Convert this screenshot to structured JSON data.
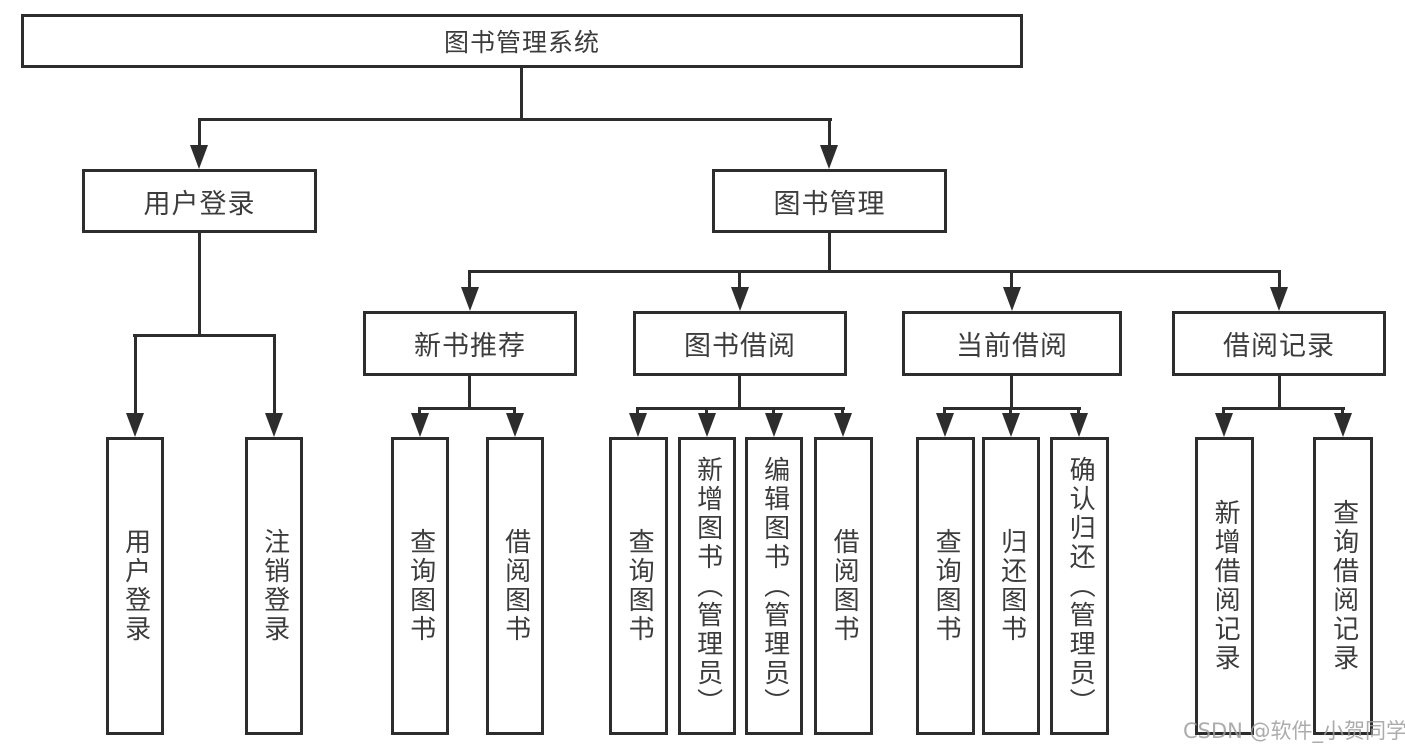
{
  "diagram": {
    "root": {
      "label": "图书管理系统"
    },
    "level2": [
      {
        "label": "用户登录"
      },
      {
        "label": "图书管理"
      }
    ],
    "level3": [
      {
        "label": "新书推荐"
      },
      {
        "label": "图书借阅"
      },
      {
        "label": "当前借阅"
      },
      {
        "label": "借阅记录"
      }
    ],
    "leaves": [
      {
        "label": "用户登录"
      },
      {
        "label": "注销登录"
      },
      {
        "label": "查询图书"
      },
      {
        "label": "借阅图书"
      },
      {
        "label": "查询图书"
      },
      {
        "label": "新增图书（管理员）"
      },
      {
        "label": "编辑图书（管理员）"
      },
      {
        "label": "借阅图书"
      },
      {
        "label": "查询图书"
      },
      {
        "label": "归还图书"
      },
      {
        "label": "确认归还（管理员）"
      },
      {
        "label": "新增借阅记录"
      },
      {
        "label": "查询借阅记录"
      }
    ],
    "watermark": "CSDN @软件_小贺同学",
    "colors": {
      "line": "#2d2d2d",
      "text": "#3c3c3c",
      "background": "#ffffff",
      "watermark": "#9e9e9e"
    }
  }
}
